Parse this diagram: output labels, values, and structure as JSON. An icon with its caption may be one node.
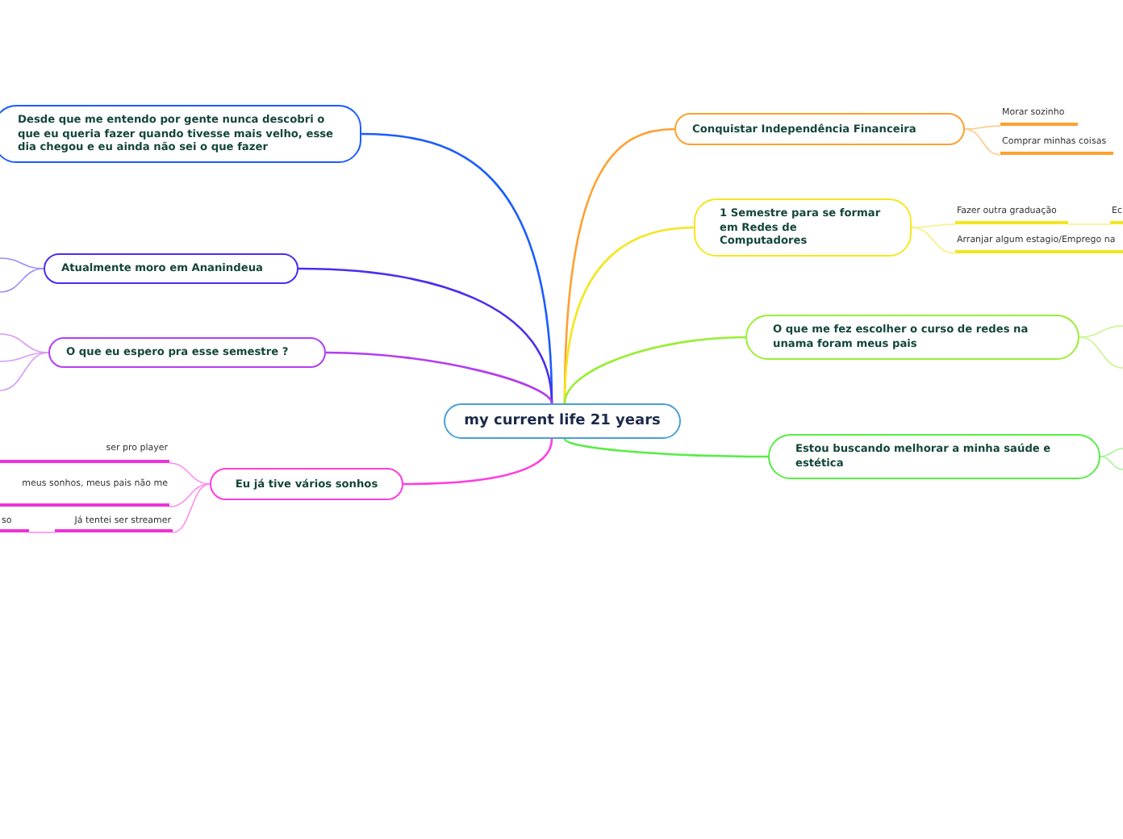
{
  "diagram": {
    "nodes": [
      {
        "text": [
          "my current life 21 years"
        ]
      },
      {
        "text": [
          "Desde que me entendo por gente nunca descobri o que eu queria fazer quando tivesse mais velho, esse dia chegou e eu ainda não sei o que fazer"
        ]
      },
      {
        "text": [
          "Atualmente moro em Ananindeua"
        ]
      },
      {
        "text": [
          "O que eu espero pra esse semestre ?"
        ]
      },
      {
        "text": [
          "Eu já tive vários sonhos"
        ]
      },
      {
        "text": [
          "Conquistar Independência Financeira"
        ]
      },
      {
        "text": [
          "1 Semestre para se formar em Redes de Computadores"
        ]
      },
      {
        "text": [
          "O que me fez escolher o curso de redes na unama foram meus pais"
        ]
      },
      {
        "text": [
          "Estou buscando melhorar a minha saúde e estética"
        ]
      },
      {
        "text": [
          "ser pro player"
        ]
      },
      {
        "text": [
          "meus sonhos, meus pais não me"
        ]
      },
      {
        "text": [
          "so"
        ]
      },
      {
        "text": [
          "Já tentei ser streamer"
        ]
      },
      {
        "text": [
          "Morar sozinho"
        ]
      },
      {
        "text": [
          "Comprar minhas coisas"
        ]
      },
      {
        "text": [
          "Fazer outra graduação"
        ]
      },
      {
        "text": [
          "Ec"
        ]
      },
      {
        "text": [
          "Arranjar algum estagio/Emprego na"
        ]
      }
    ],
    "edges": [
      {
        "from": 0,
        "to": 1,
        "arrow": "none",
        "color": "#1a5cff"
      },
      {
        "from": 0,
        "to": 2,
        "arrow": "none",
        "color": "#4b2df0"
      },
      {
        "from": 0,
        "to": 3,
        "arrow": "none",
        "color": "#b43cf0"
      },
      {
        "from": 0,
        "to": 4,
        "arrow": "none",
        "color": "#ff3ce0"
      },
      {
        "from": 0,
        "to": 5,
        "arrow": "none",
        "color": "#ffa030"
      },
      {
        "from": 0,
        "to": 6,
        "arrow": "none",
        "color": "#f5e61e"
      },
      {
        "from": 0,
        "to": 7,
        "arrow": "none",
        "color": "#99ee33"
      },
      {
        "from": 0,
        "to": 8,
        "arrow": "none",
        "color": "#55ee44"
      },
      {
        "from": 4,
        "to": 9,
        "arrow": "none",
        "color": "#ff8cf0"
      },
      {
        "from": 4,
        "to": 10,
        "arrow": "none",
        "color": "#ff8cf0"
      },
      {
        "from": 4,
        "to": 12,
        "arrow": "none",
        "color": "#ff8cf0"
      },
      {
        "from": 12,
        "to": 11,
        "arrow": "none",
        "color": "#ff8cf0"
      },
      {
        "from": 5,
        "to": 13,
        "arrow": "none",
        "color": "#ffc880"
      },
      {
        "from": 5,
        "to": 14,
        "arrow": "none",
        "color": "#ffc880"
      },
      {
        "from": 6,
        "to": 15,
        "arrow": "none",
        "color": "#f8f080"
      },
      {
        "from": 6,
        "to": 17,
        "arrow": "none",
        "color": "#f8f080"
      },
      {
        "from": 15,
        "to": 16,
        "arrow": "none",
        "color": "#f8f080"
      },
      {
        "from": 2,
        "to": null,
        "arrow": "none",
        "color": "#9d8cf5"
      },
      {
        "from": 2,
        "to": null,
        "arrow": "none",
        "color": "#9d8cf5"
      },
      {
        "from": 3,
        "to": null,
        "arrow": "none",
        "color": "#d89cf5"
      },
      {
        "from": 3,
        "to": null,
        "arrow": "none",
        "color": "#d89cf5"
      },
      {
        "from": 3,
        "to": null,
        "arrow": "none",
        "color": "#d89cf5"
      },
      {
        "from": 7,
        "to": null,
        "arrow": "none",
        "color": "#c8f590"
      },
      {
        "from": 7,
        "to": null,
        "arrow": "none",
        "color": "#c8f590"
      },
      {
        "from": 8,
        "to": null,
        "arrow": "none",
        "color": "#a8f598"
      },
      {
        "from": 8,
        "to": null,
        "arrow": "none",
        "color": "#a8f598"
      }
    ]
  }
}
